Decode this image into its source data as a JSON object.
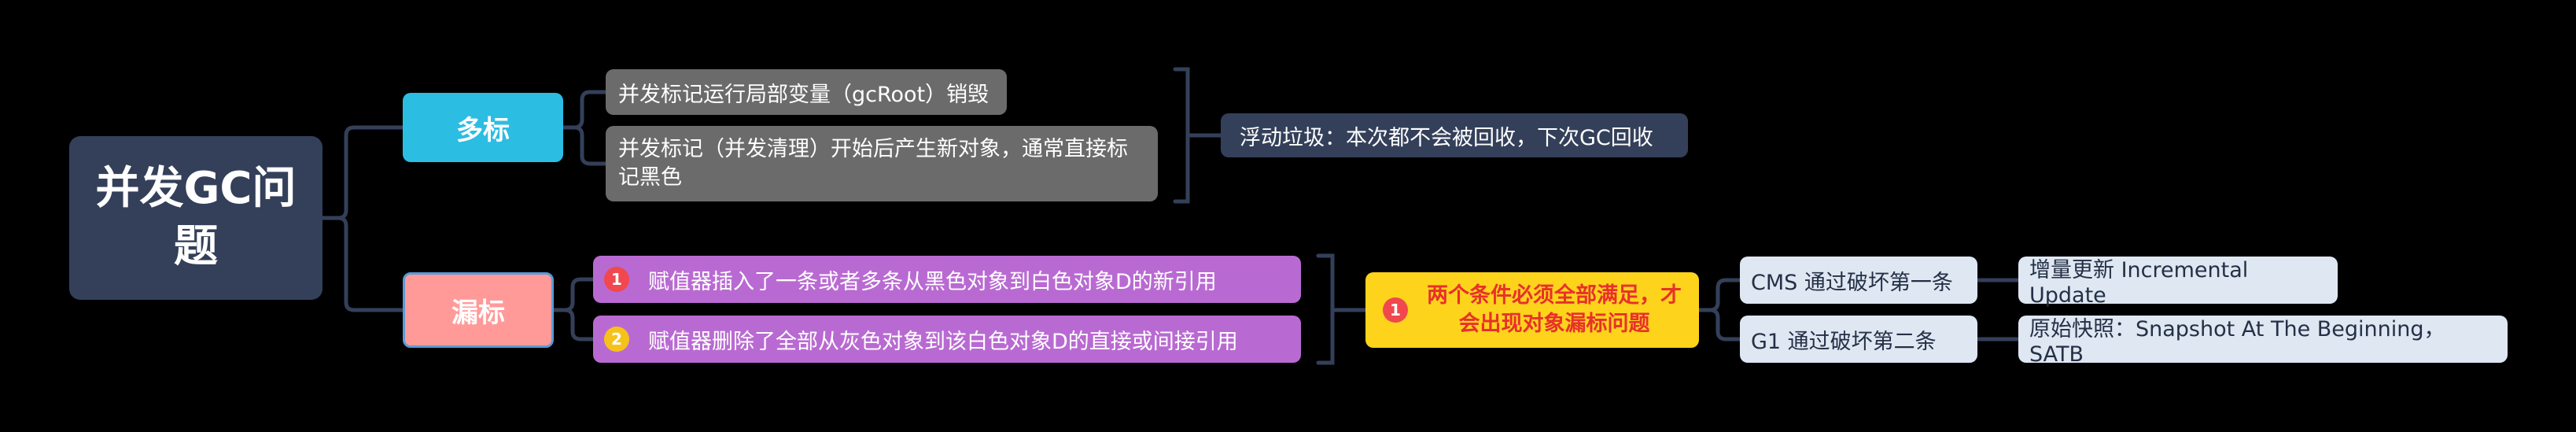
{
  "diagram": {
    "root": {
      "title": "并发GC问题"
    },
    "categories": [
      {
        "label": "多标",
        "items": [
          {
            "text": "并发标记运行局部变量（gcRoot）销毁"
          },
          {
            "text": "并发标记（并发清理）开始后产生新对象，通常直接标记黑色"
          }
        ],
        "summary": "浮动垃圾：本次都不会被回收，下次GC回收"
      },
      {
        "label": "漏标",
        "items": [
          {
            "badge": "1",
            "text": "赋值器插入了一条或者多条从黑色对象到白色对象D的新引用"
          },
          {
            "badge": "2",
            "text": "赋值器删除了全部从灰色对象到该白色对象D的直接或间接引用"
          }
        ],
        "summary": {
          "badge": "1",
          "text": "两个条件必须全部满足，才会出现对象漏标问题"
        },
        "solutions": [
          {
            "collector": "CMS 通过破坏第一条",
            "strategy": "增量更新 Incremental Update"
          },
          {
            "collector": "G1 通过破坏第二条",
            "strategy": "原始快照：Snapshot At The Beginning，SATB"
          }
        ]
      }
    ]
  },
  "colors": {
    "background": "#000000",
    "root": "#34405a",
    "duobiao": "#2cbde3",
    "loubiao": "#ff9a99",
    "gray_item": "#6b6b6b",
    "purple_item": "#b96ad2",
    "condition": "#fdd31c",
    "condition_text": "#e8312a",
    "solution": "#dfe7f2",
    "connector": "#34405a"
  }
}
